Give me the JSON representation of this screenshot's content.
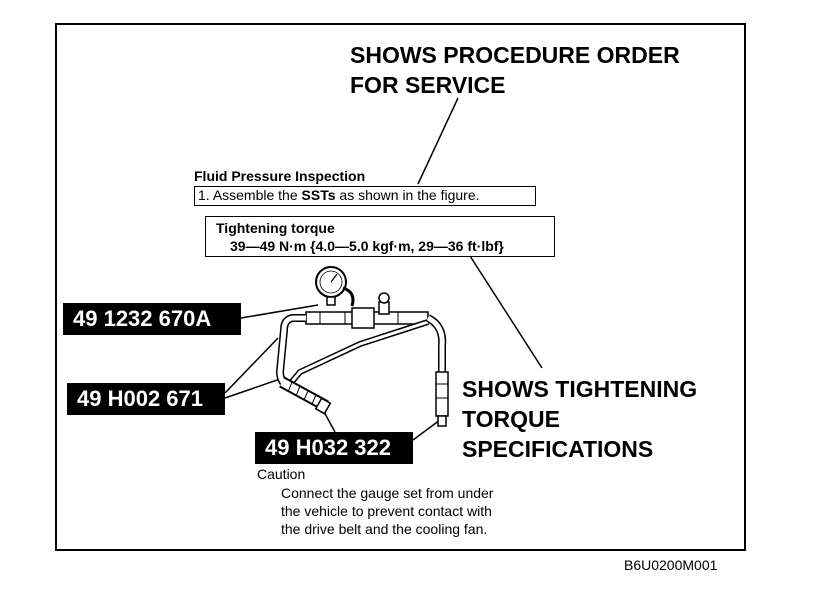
{
  "callouts": {
    "procedure_order": [
      "SHOWS PROCEDURE ORDER",
      "FOR SERVICE"
    ],
    "tightening_torque": [
      "SHOWS TIGHTENING",
      "TORQUE",
      "SPECIFICATIONS"
    ]
  },
  "procedure": {
    "title": "Fluid Pressure Inspection",
    "step_number": "1.",
    "step_text_before": "Assemble the",
    "step_text_bold": "SSTs",
    "step_text_after": "as shown in the figure."
  },
  "torque_box": {
    "heading": "Tightening torque",
    "value": "39—49 N·m {4.0—5.0 kgf·m, 29—36 ft·lbf}"
  },
  "part_labels": [
    "49 1232 670A",
    "49 H002 671",
    "49 H032 322"
  ],
  "caution": {
    "title": "Caution",
    "lines": [
      "Connect the gauge set from under",
      "the vehicle to prevent contact with",
      "the drive belt and the cooling fan."
    ]
  },
  "figure_code": "B6U0200M001"
}
